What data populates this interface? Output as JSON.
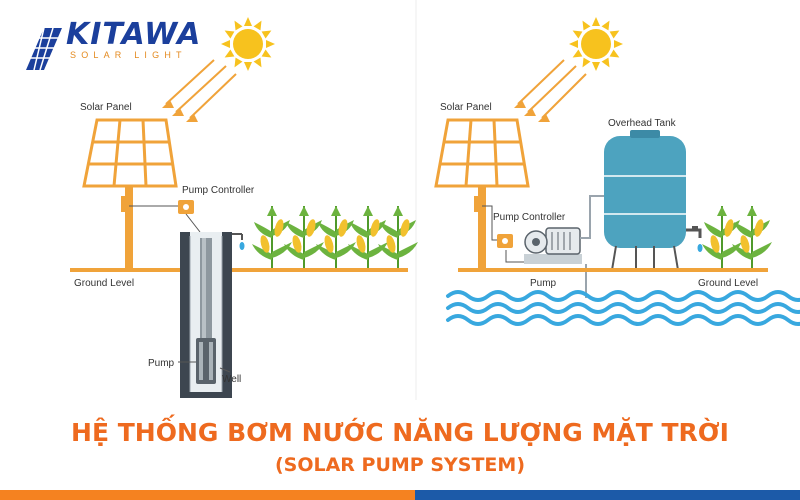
{
  "brand": {
    "name": "KITAWA",
    "tagline": "SOLAR LIGHT"
  },
  "left_diagram": {
    "solar_panel": "Solar Panel",
    "pump_controller": "Pump Controller",
    "ground_level": "Ground Level",
    "pump": "Pump",
    "well": "Well"
  },
  "right_diagram": {
    "solar_panel": "Solar Panel",
    "overhead_tank": "Overhead Tank",
    "pump_controller": "Pump Controller",
    "pump": "Pump",
    "ground_level": "Ground Level"
  },
  "title": "HỆ THỐNG BƠM NƯỚC NĂNG LƯỢNG MẶT TRỜI",
  "subtitle": "(SOLAR PUMP SYSTEM)",
  "colors": {
    "panel": "#f0a33a",
    "sun": "#f7c21e",
    "tank": "#4da3bf",
    "water": "#38a8df",
    "plant": "#6cb33f",
    "corn": "#f2c12e",
    "title": "#ee6a1f",
    "bar_left": "#f58220",
    "bar_right": "#1c5aa8"
  }
}
